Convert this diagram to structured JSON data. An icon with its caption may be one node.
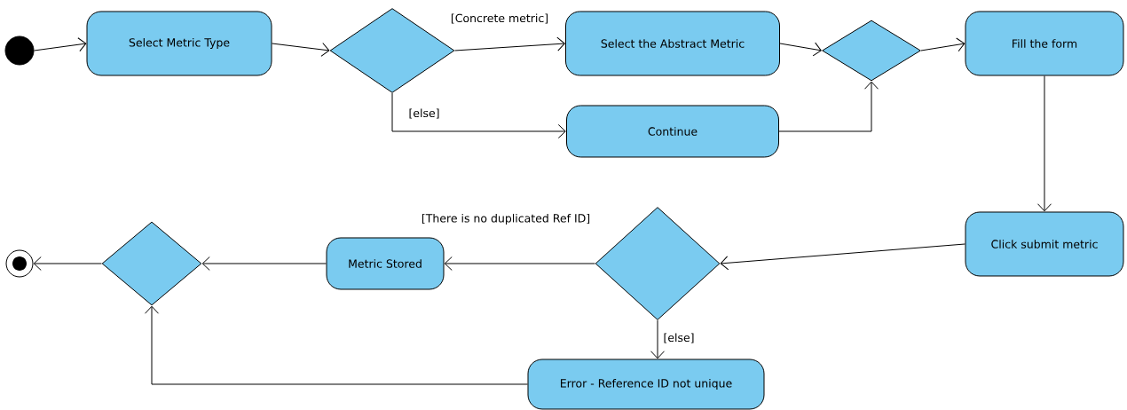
{
  "diagram": {
    "nodes": [
      {
        "text": [],
        "shape": "dot"
      },
      {
        "text": [
          "Select Metric Type"
        ]
      },
      {
        "text": [],
        "shape": "diamond"
      },
      {
        "text": [
          "Select the Abstract Metric"
        ]
      },
      {
        "text": [
          "Continue"
        ]
      },
      {
        "text": [],
        "shape": "diamond"
      },
      {
        "text": [
          "Fill the form"
        ]
      },
      {
        "text": [
          "Click submit metric"
        ]
      },
      {
        "text": [],
        "shape": "diamond"
      },
      {
        "text": [
          "Metric Stored"
        ]
      },
      {
        "text": [],
        "shape": "diamond"
      },
      {
        "text": [],
        "shape": "bullseye"
      },
      {
        "text": [
          "Error - Reference ID not unique"
        ]
      }
    ],
    "edges": [
      {
        "from": 0,
        "to": 1,
        "arrow": "to"
      },
      {
        "from": 1,
        "to": 2,
        "arrow": "to"
      },
      {
        "from": 2,
        "to": 3,
        "arrow": "to",
        "label": "[Concrete metric]"
      },
      {
        "from": 2,
        "to": 4,
        "arrow": "to",
        "label": "[else]"
      },
      {
        "from": 3,
        "to": 5,
        "arrow": "to"
      },
      {
        "from": 4,
        "to": 5,
        "arrow": "to"
      },
      {
        "from": 5,
        "to": 6,
        "arrow": "to"
      },
      {
        "from": 6,
        "to": 7,
        "arrow": "to"
      },
      {
        "from": 7,
        "to": 8,
        "arrow": "to"
      },
      {
        "from": 8,
        "to": 9,
        "arrow": "to",
        "label": "[There is no duplicated Ref ID]"
      },
      {
        "from": 8,
        "to": 12,
        "arrow": "to",
        "label": "[else]"
      },
      {
        "from": 12,
        "to": 10,
        "arrow": "to"
      },
      {
        "from": 9,
        "to": 10,
        "arrow": "to"
      },
      {
        "from": 10,
        "to": 11,
        "arrow": "to"
      }
    ]
  }
}
